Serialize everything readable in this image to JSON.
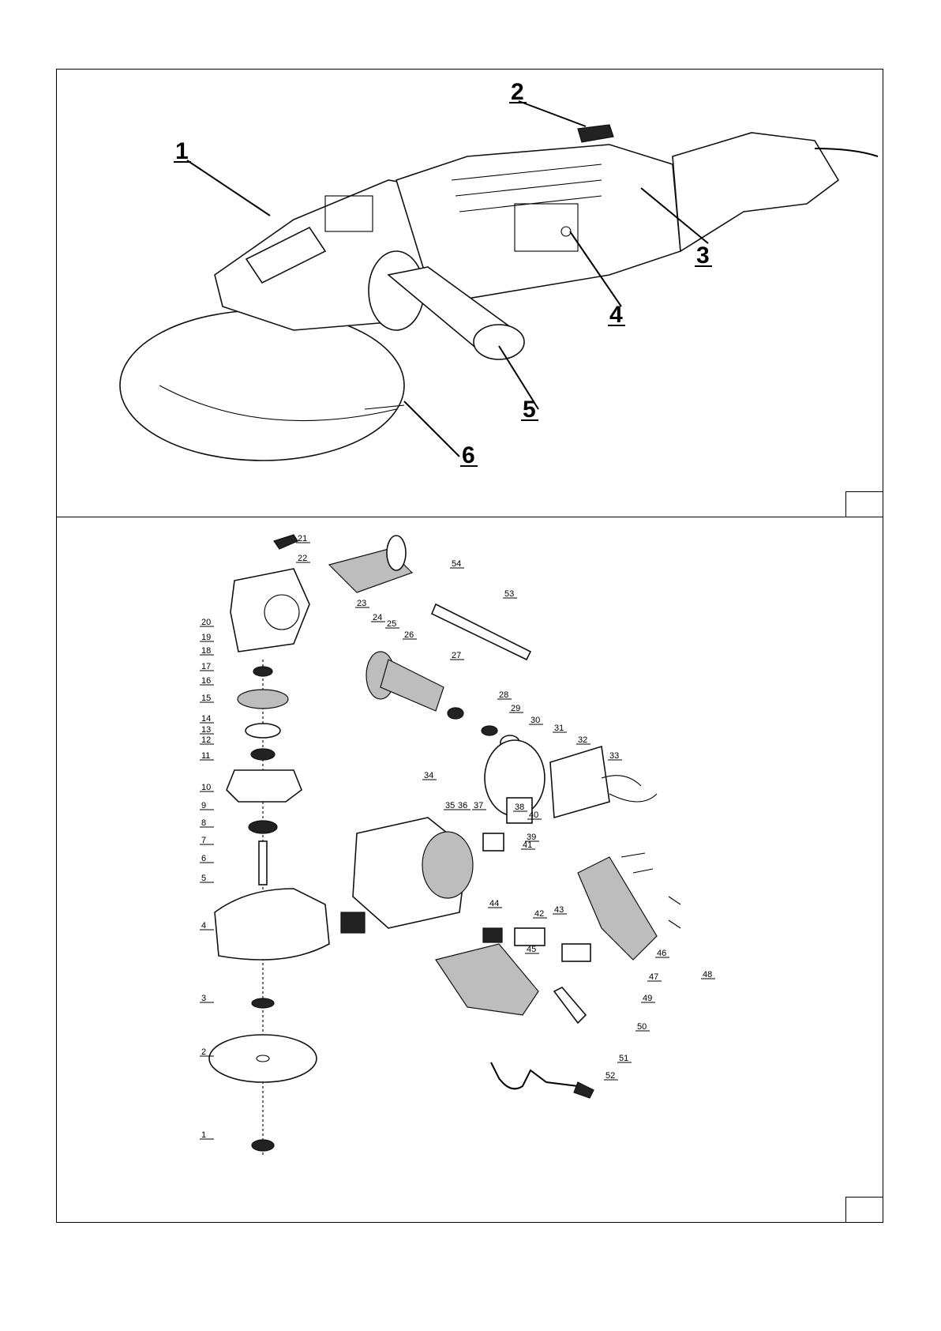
{
  "figure_top": {
    "callouts": [
      {
        "id": "1",
        "label": "1"
      },
      {
        "id": "2",
        "label": "2"
      },
      {
        "id": "3",
        "label": "3"
      },
      {
        "id": "4",
        "label": "4"
      },
      {
        "id": "5",
        "label": "5"
      },
      {
        "id": "6",
        "label": "6"
      }
    ]
  },
  "figure_bottom": {
    "part_numbers": [
      "1",
      "2",
      "3",
      "4",
      "5",
      "6",
      "7",
      "8",
      "9",
      "10",
      "11",
      "12",
      "13",
      "14",
      "15",
      "16",
      "17",
      "18",
      "19",
      "20",
      "21",
      "22",
      "23",
      "24",
      "25",
      "26",
      "27",
      "28",
      "29",
      "30",
      "31",
      "32",
      "33",
      "34",
      "35",
      "36",
      "37",
      "38",
      "39",
      "40",
      "41",
      "42",
      "43",
      "44",
      "45",
      "46",
      "47",
      "48",
      "49",
      "50",
      "51",
      "52",
      "53",
      "54"
    ]
  },
  "colors": {
    "line": "#000000",
    "background": "#ffffff"
  }
}
